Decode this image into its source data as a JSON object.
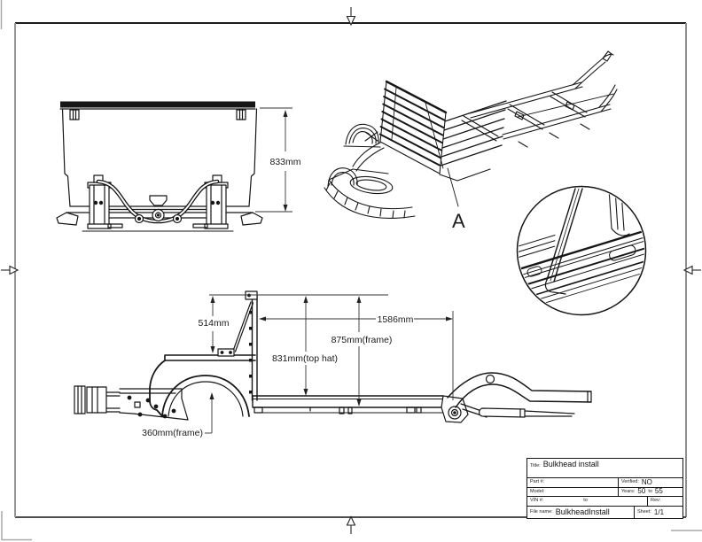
{
  "sheet": {
    "dimensions": {
      "front_view_height": "833mm",
      "bulkhead_top_to_sill": "514mm",
      "bed_length": "1586mm",
      "frame_drop": "875mm(frame)",
      "top_hat_drop": "831mm(top hat)",
      "front_frame": "360mm(frame)",
      "detail_callout": "A"
    },
    "title_block": {
      "title_label": "Title:",
      "title_value": "Bulkhead install",
      "part_label": "Part #:",
      "verified_label": "Verified:",
      "verified_value": "NO",
      "model_label": "Model:",
      "years_label": "Years:",
      "years_from": "50",
      "years_to_word": "to",
      "years_to": "55",
      "vin_label": "VIN #:",
      "vin_to_word": "to",
      "rev_label": "Rev:",
      "file_label": "File name:",
      "file_value": "BulkheadInstall",
      "sheet_label": "Sheet:",
      "sheet_value": "1/1"
    }
  }
}
